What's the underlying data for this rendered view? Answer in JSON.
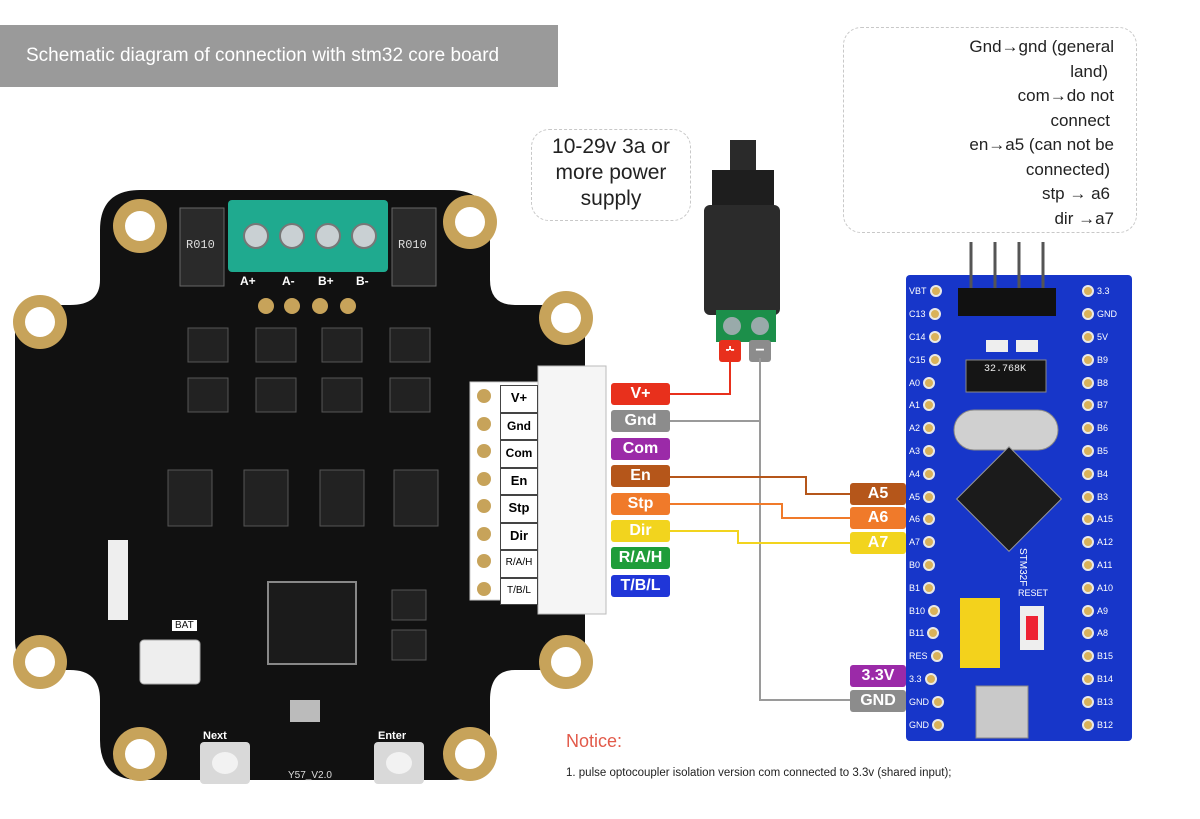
{
  "title": "Schematic diagram of connection with stm32 core board",
  "power_note": [
    "10-29v 3a or",
    "more power",
    "supply"
  ],
  "mapping_note": [
    "Gnd→gnd (general",
    "land)",
    "com→do not",
    "connect",
    "en→a5 (can not be",
    "connected)",
    "stp → a6",
    "dir →a7"
  ],
  "driver_board": {
    "terminal_labels": [
      "A+",
      "A-",
      "B+",
      "B-"
    ],
    "resistor_marking": "R010",
    "header_labels": [
      "V+",
      "Gnd",
      "Com",
      "En",
      "Stp",
      "Dir",
      "R/A/H",
      "T/B/L"
    ],
    "bat_label": "BAT",
    "buttons": [
      "Next",
      "Enter"
    ],
    "version": "Y57_V2.0"
  },
  "power_jack": {
    "plus": "+",
    "minus": "−"
  },
  "signal_labels": [
    {
      "text": "V+",
      "color": "#e8301c"
    },
    {
      "text": "Gnd",
      "color": "#8c8c8c"
    },
    {
      "text": "Com",
      "color": "#9b2aa8"
    },
    {
      "text": "En",
      "color": "#b5561a"
    },
    {
      "text": "Stp",
      "color": "#f07a2a"
    },
    {
      "text": "Dir",
      "color": "#f2d41e"
    },
    {
      "text": "R/A/H",
      "color": "#1f9d3a"
    },
    {
      "text": "T/B/L",
      "color": "#2036d8"
    }
  ],
  "stm32_labels": [
    {
      "text": "A5",
      "color": "#b5561a"
    },
    {
      "text": "A6",
      "color": "#f07a2a"
    },
    {
      "text": "A7",
      "color": "#f2d41e"
    },
    {
      "text": "3.3V",
      "color": "#9b2aa8"
    },
    {
      "text": "GND",
      "color": "#8c8c8c"
    }
  ],
  "stm32_board": {
    "left_pins": [
      "VBT",
      "C13",
      "C14",
      "C15",
      "A0",
      "A1",
      "A2",
      "A3",
      "A4",
      "A5",
      "A6",
      "A7",
      "B0",
      "B1",
      "B10",
      "B11",
      "RES",
      "3.3",
      "GND",
      "GND"
    ],
    "right_pins": [
      "3.3",
      "GND",
      "5V",
      "B9",
      "B8",
      "B7",
      "B6",
      "B5",
      "B4",
      "B3",
      "A15",
      "A12",
      "A11",
      "A10",
      "A9",
      "A8",
      "B15",
      "B14",
      "B13",
      "B12"
    ],
    "crystal": "32.768K",
    "chip_name": "STM32F",
    "reset_label": "RESET"
  },
  "notice": {
    "title": "Notice:",
    "text": "1. pulse optocoupler isolation version com connected to 3.3v (shared input);"
  }
}
